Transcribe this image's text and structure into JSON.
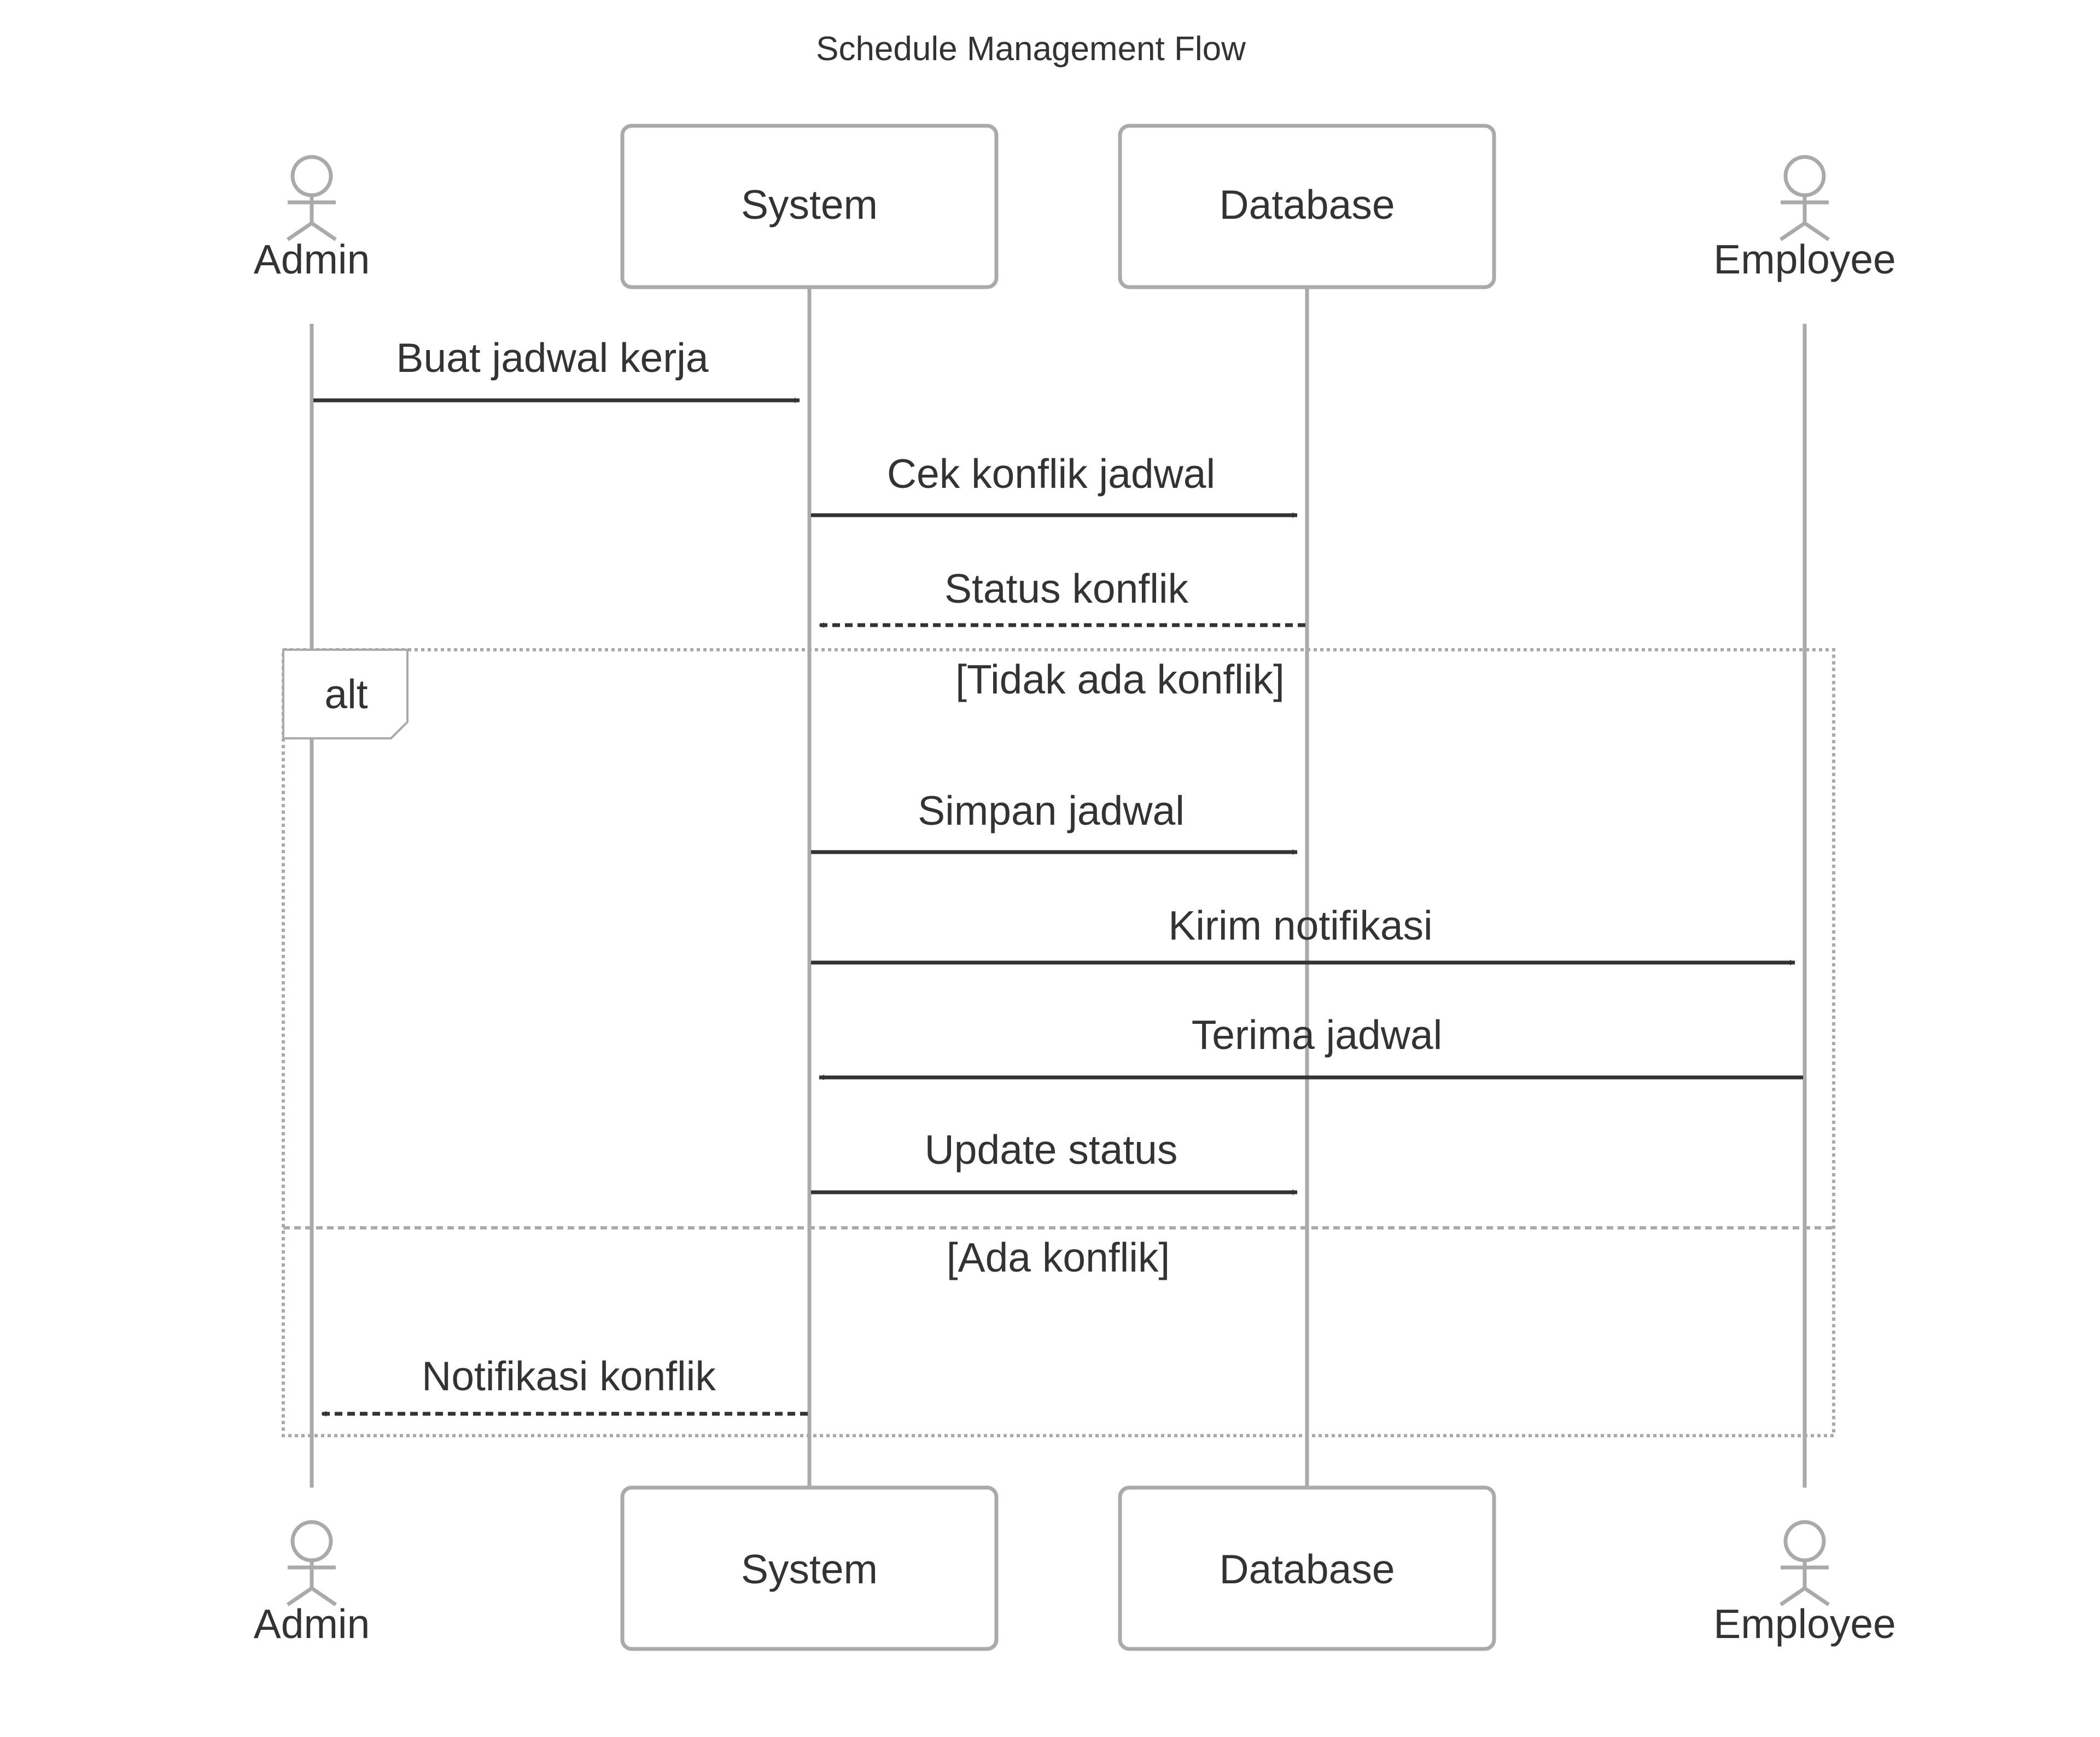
{
  "diagram": {
    "title": "Schedule Management Flow",
    "type": "sequence",
    "participants": [
      {
        "id": "admin",
        "label": "Admin",
        "kind": "actor"
      },
      {
        "id": "system",
        "label": "System",
        "kind": "box"
      },
      {
        "id": "database",
        "label": "Database",
        "kind": "box"
      },
      {
        "id": "employee",
        "label": "Employee",
        "kind": "actor"
      }
    ],
    "messages": [
      {
        "from": "admin",
        "to": "system",
        "label": "Buat jadwal kerja",
        "style": "solid"
      },
      {
        "from": "system",
        "to": "database",
        "label": "Cek konflik jadwal",
        "style": "solid"
      },
      {
        "from": "database",
        "to": "system",
        "label": "Status konflik",
        "style": "dashed"
      },
      {
        "from": "system",
        "to": "database",
        "label": "Simpan jadwal",
        "style": "solid"
      },
      {
        "from": "system",
        "to": "employee",
        "label": "Kirim notifikasi",
        "style": "solid"
      },
      {
        "from": "employee",
        "to": "system",
        "label": "Terima jadwal",
        "style": "solid"
      },
      {
        "from": "system",
        "to": "database",
        "label": "Update status",
        "style": "solid"
      },
      {
        "from": "system",
        "to": "admin",
        "label": "Notifikasi konflik",
        "style": "dashed"
      }
    ],
    "fragment": {
      "operator": "alt",
      "guards": [
        "[Tidak ada konflik]",
        "[Ada konflik]"
      ]
    },
    "colors": {
      "line": "#aaaaaa",
      "arrow": "#333333",
      "text": "#333333",
      "background": "#ffffff"
    }
  }
}
